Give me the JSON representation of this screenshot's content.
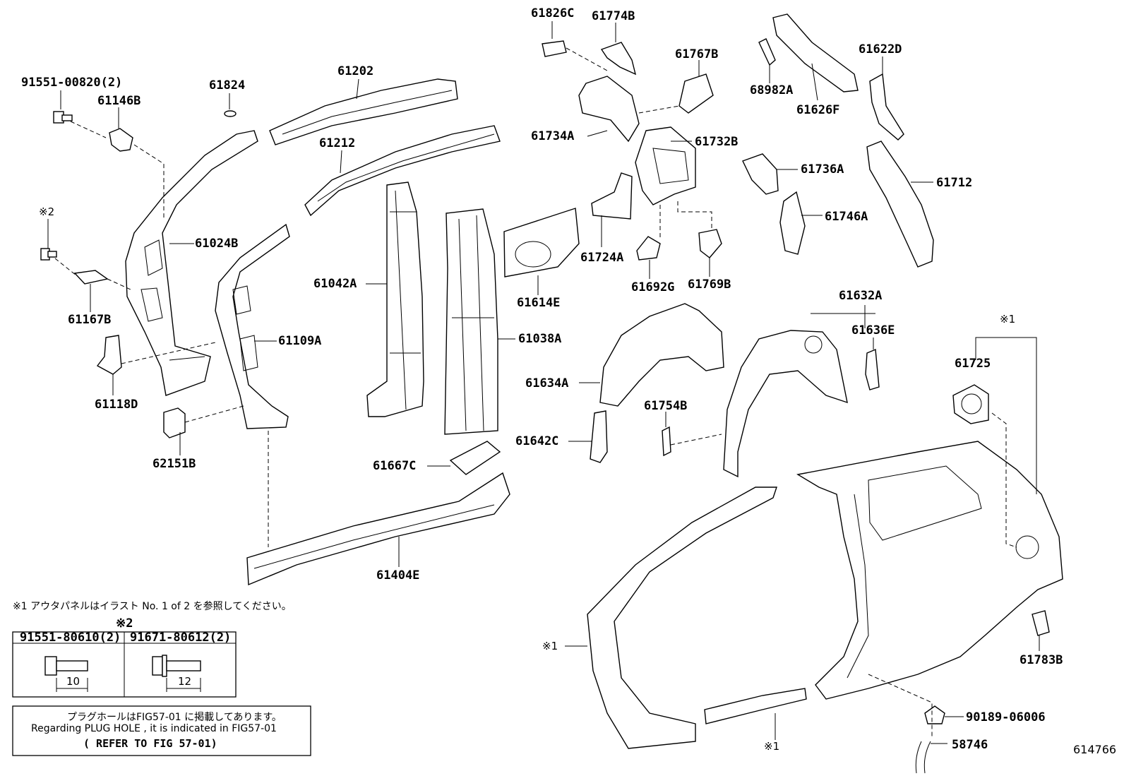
{
  "parts": [
    {
      "id": "p_91551_00820",
      "label": "91551-00820(2)"
    },
    {
      "id": "p_61146B",
      "label": "61146B"
    },
    {
      "id": "p_61824",
      "label": "61824"
    },
    {
      "id": "p_61202",
      "label": "61202"
    },
    {
      "id": "p_61212",
      "label": "61212"
    },
    {
      "id": "p_61024B",
      "label": "61024B"
    },
    {
      "id": "p_note2_top",
      "label": "※2"
    },
    {
      "id": "p_61167B",
      "label": "61167B"
    },
    {
      "id": "p_61118D",
      "label": "61118D"
    },
    {
      "id": "p_62151B",
      "label": "62151B"
    },
    {
      "id": "p_61109A",
      "label": "61109A"
    },
    {
      "id": "p_61042A",
      "label": "61042A"
    },
    {
      "id": "p_61038A",
      "label": "61038A"
    },
    {
      "id": "p_61667C",
      "label": "61667C"
    },
    {
      "id": "p_61404E",
      "label": "61404E"
    },
    {
      "id": "p_61826C",
      "label": "61826C"
    },
    {
      "id": "p_61774B",
      "label": "61774B"
    },
    {
      "id": "p_61767B",
      "label": "61767B"
    },
    {
      "id": "p_61734A",
      "label": "61734A"
    },
    {
      "id": "p_61732B",
      "label": "61732B"
    },
    {
      "id": "p_61614E",
      "label": "61614E"
    },
    {
      "id": "p_61724A",
      "label": "61724A"
    },
    {
      "id": "p_61692G",
      "label": "61692G"
    },
    {
      "id": "p_61769B",
      "label": "61769B"
    },
    {
      "id": "p_68982A",
      "label": "68982A"
    },
    {
      "id": "p_61626F",
      "label": "61626F"
    },
    {
      "id": "p_61622D",
      "label": "61622D"
    },
    {
      "id": "p_61736A",
      "label": "61736A"
    },
    {
      "id": "p_61712",
      "label": "61712"
    },
    {
      "id": "p_61746A",
      "label": "61746A"
    },
    {
      "id": "p_61632A",
      "label": "61632A"
    },
    {
      "id": "p_61636E",
      "label": "61636E"
    },
    {
      "id": "p_61634A",
      "label": "61634A"
    },
    {
      "id": "p_61754B",
      "label": "61754B"
    },
    {
      "id": "p_61642C",
      "label": "61642C"
    },
    {
      "id": "p_note1_top",
      "label": "※1"
    },
    {
      "id": "p_61725",
      "label": "61725"
    },
    {
      "id": "p_61783B",
      "label": "61783B"
    },
    {
      "id": "p_note1_left",
      "label": "※1"
    },
    {
      "id": "p_note1_bottom",
      "label": "※1"
    },
    {
      "id": "p_90189_06006",
      "label": "90189-06006"
    },
    {
      "id": "p_58746",
      "label": "58746"
    }
  ],
  "footnote": "※1 アウタパネルはイラスト No. 1 of 2 を参照してください。",
  "fastener_table": {
    "marker": "※2",
    "columns": [
      {
        "part": "91551-80610(2)",
        "length": "10"
      },
      {
        "part": "91671-80612(2)",
        "length": "12"
      }
    ]
  },
  "plug_note": {
    "line1": "プラグホールはFIG57-01 に掲載してあります。",
    "line2": "Regarding PLUG HOLE , it is indicated in FIG57-01",
    "line3": "( REFER TO FIG 57-01)"
  },
  "figure_id": "614766"
}
